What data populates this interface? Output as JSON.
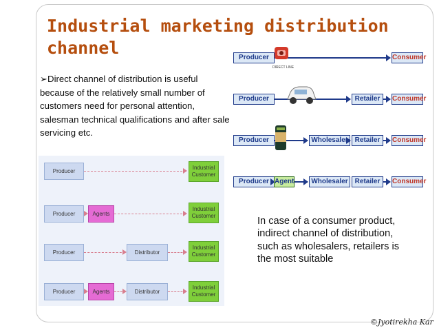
{
  "title": {
    "line1": "Industrial marketing distribution",
    "line2": "channel"
  },
  "bullet_text": "➢Direct channel of distribution is useful because of the relatively small number of customers need for personal attention, salesman technical qualifications and after sale servicing etc.",
  "note_text": " In case of a consumer product, indirect channel of distribution, such as wholesalers, retailers is the most suitable",
  "copyright": "©Jyotirekha Kar",
  "consumer_diagram": {
    "producer": "Producer",
    "agent": "Agent",
    "wholesaler": "Wholesaler",
    "retailer": "Retailer",
    "consumer": "Consumer",
    "direct_line_caption": "DIRECT LINE"
  },
  "industrial_diagram": {
    "producer": "Producer",
    "agents": "Agents",
    "distributor": "Distributor",
    "customer_line1": "Industrial",
    "customer_line2": "Customer"
  },
  "colors": {
    "title": "#b54e0e",
    "consumer_box_fill": "#dce8f6",
    "consumer_box_border": "#1f3a8a",
    "consumer_text": "#c0392b",
    "agent_box_fill": "#c8ec9e",
    "industrial_box_fill": "#cdd9f0",
    "agents_box_fill": "#e56bd4",
    "customer_box_fill": "#7fcf3a"
  },
  "icons": [
    "telephone-icon",
    "car-icon",
    "can-icon"
  ]
}
